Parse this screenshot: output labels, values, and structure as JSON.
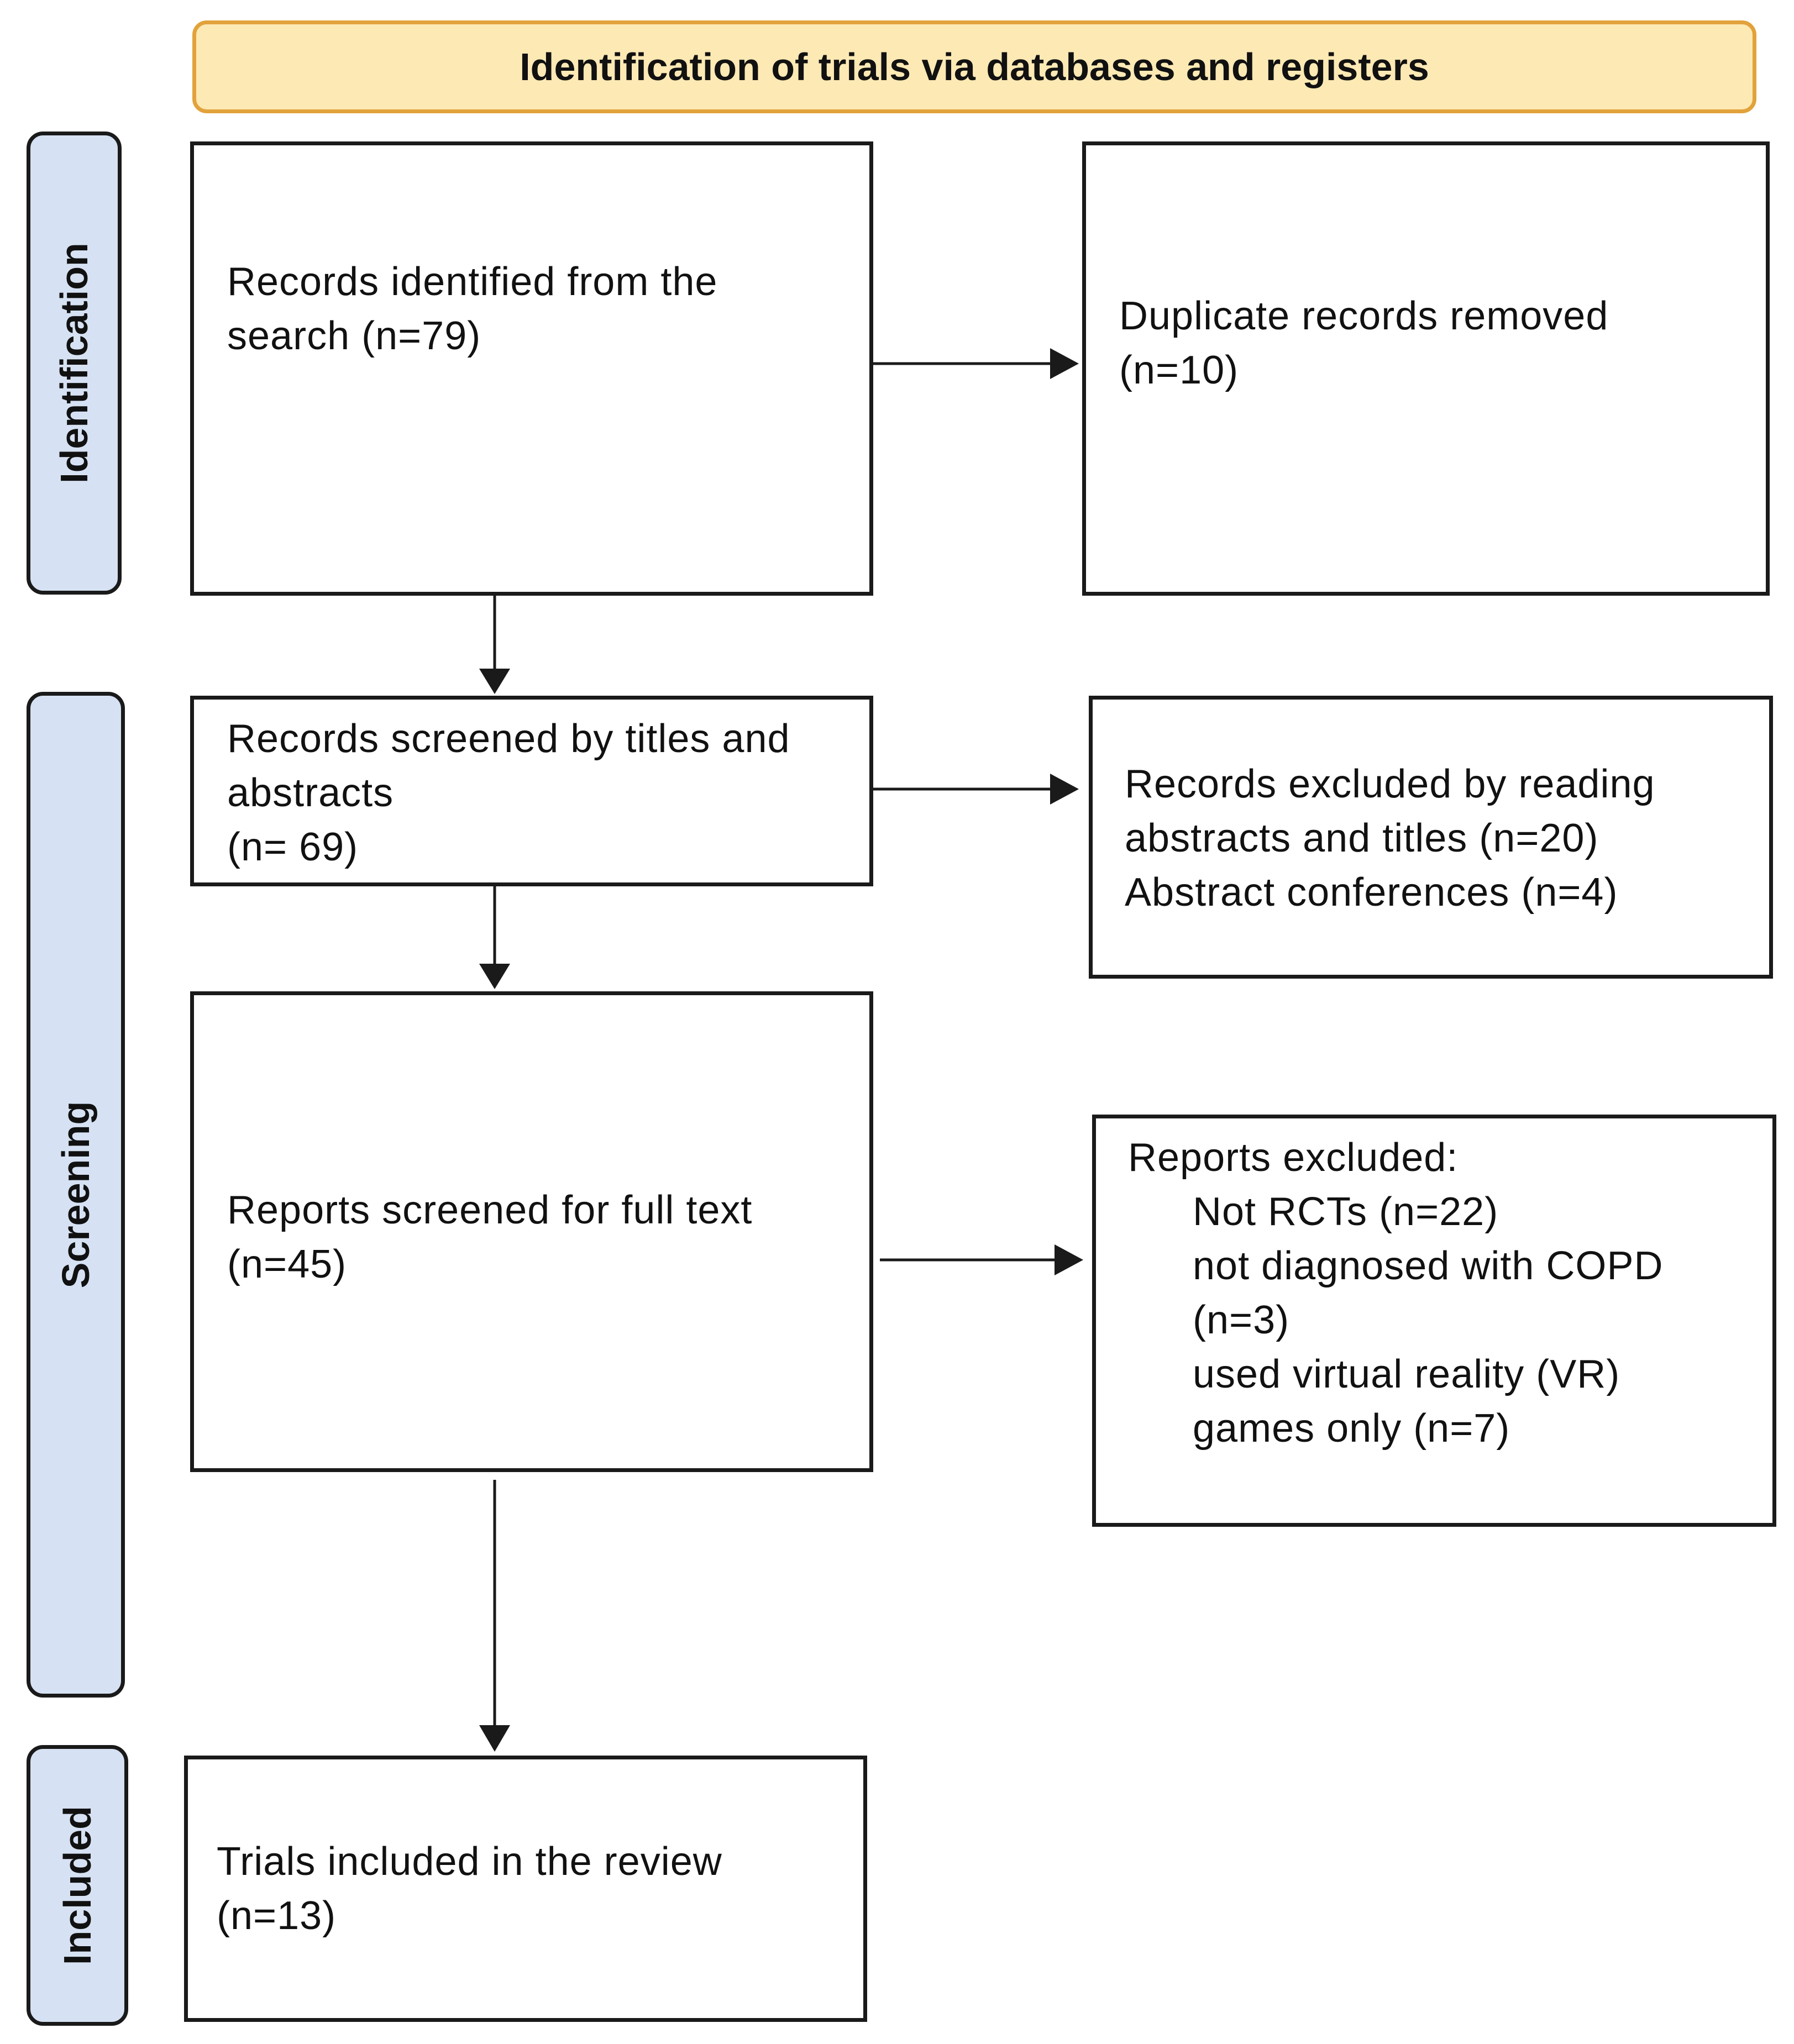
{
  "header": {
    "title": "Identification of trials via databases and registers"
  },
  "stages": {
    "identification": "Identification",
    "screening": "Screening",
    "included": "Included"
  },
  "boxes": {
    "records_identified": [
      "Records identified from the",
      "search (n=79)"
    ],
    "duplicates_removed": [
      "Duplicate records removed",
      "(n=10)"
    ],
    "records_screened": [
      "Records screened by titles and",
      "abstracts",
      "(n= 69)"
    ],
    "records_excluded": [
      "Records excluded by reading",
      "abstracts and titles (n=20)",
      "Abstract conferences (n=4)"
    ],
    "reports_screened": [
      "Reports screened for full text",
      "(n=45)"
    ],
    "reports_excluded": {
      "heading": "Reports excluded:",
      "items": [
        "Not RCTs (n=22)",
        "not diagnosed with COPD",
        "(n=3)",
        "used virtual reality (VR)",
        "games only (n=7)"
      ]
    },
    "trials_included": [
      "Trials included in the review",
      "(n=13)"
    ]
  },
  "colors": {
    "header_fill": "#fde9b4",
    "header_border": "#e2a23b",
    "stage_fill": "#d6e2f3",
    "line": "#1a1a1a"
  }
}
